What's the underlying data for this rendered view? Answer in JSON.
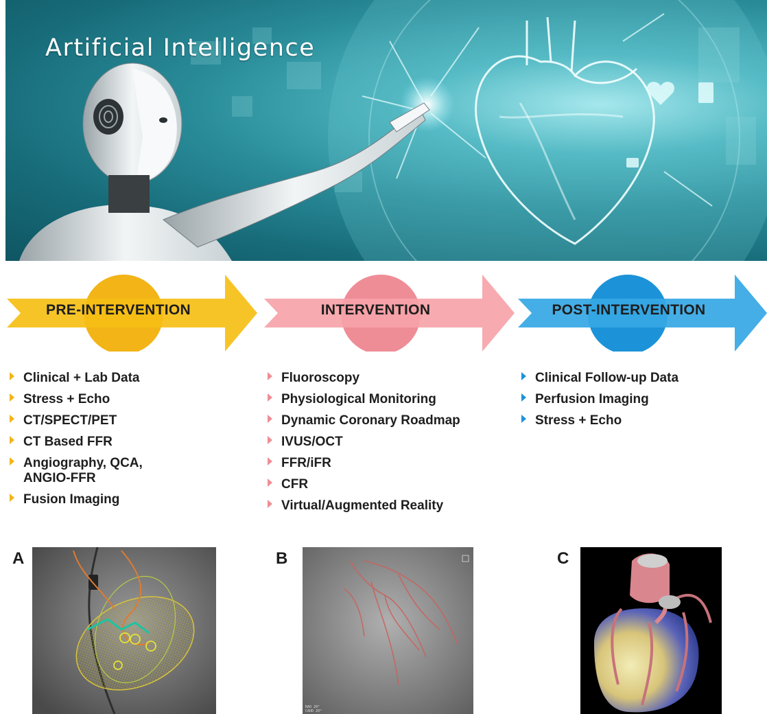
{
  "banner": {
    "title": "Artificial Intelligence"
  },
  "phases": [
    {
      "label": "PRE-INTERVENTION",
      "color": "#f6bf16",
      "circle": "#f2b417"
    },
    {
      "label": "INTERVENTION",
      "color": "#f6a3a8",
      "circle": "#ee8d96"
    },
    {
      "label": "POST-INTERVENTION",
      "color": "#35a7e4",
      "circle": "#1c93d8"
    }
  ],
  "lists": {
    "pre": [
      "Clinical + Lab Data",
      "Stress + Echo",
      "CT/SPECT/PET",
      "CT Based FFR",
      "Angiography, QCA, ANGIO-FFR",
      "Fusion Imaging"
    ],
    "intervention": [
      "Fluoroscopy",
      "Physiological Monitoring",
      "Dynamic Coronary Roadmap",
      "IVUS/OCT",
      "FFR/iFR",
      "CFR",
      "Virtual/Augmented Reality"
    ],
    "post": [
      "Clinical Follow-up Data",
      "Perfusion Imaging",
      "Stress + Echo"
    ]
  },
  "panels": {
    "a": {
      "letter": "A"
    },
    "b": {
      "letter": "B",
      "readout_1": "RAO   20°",
      "readout_2": "CAUD   20°"
    },
    "c": {
      "letter": "C"
    }
  }
}
